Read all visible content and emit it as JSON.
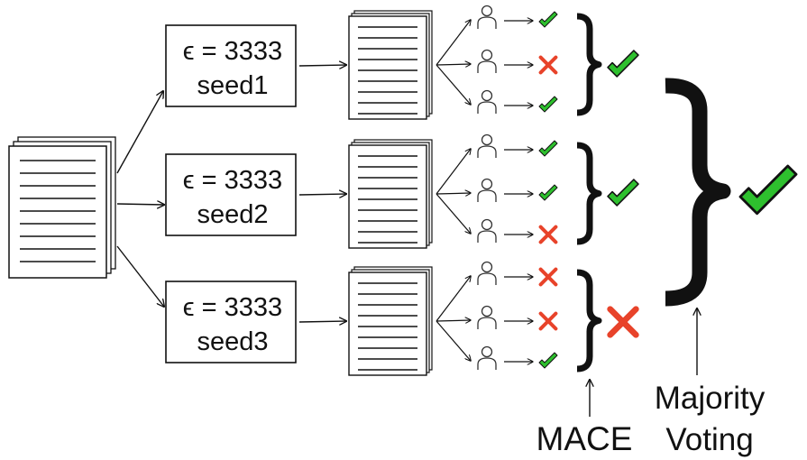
{
  "groups": [
    {
      "epsilon_label": "ϵ = 3333",
      "seed_label": "seed1",
      "votes": [
        "check",
        "cross",
        "check"
      ],
      "mace_result": "check"
    },
    {
      "epsilon_label": "ϵ = 3333",
      "seed_label": "seed2",
      "votes": [
        "check",
        "check",
        "cross"
      ],
      "mace_result": "check"
    },
    {
      "epsilon_label": "ϵ = 3333",
      "seed_label": "seed3",
      "votes": [
        "cross",
        "cross",
        "check"
      ],
      "mace_result": "cross"
    }
  ],
  "final_result": "check",
  "labels": {
    "mace": "MACE",
    "majority_line1": "Majority",
    "majority_line2": "Voting"
  },
  "colors": {
    "check_fill": "#2ec02e",
    "cross_fill": "#e8432a",
    "ink": "#111111"
  },
  "icons": {
    "source_document": "document-stack-icon",
    "annotator": "person-icon",
    "agree": "check-icon",
    "disagree": "cross-icon"
  }
}
